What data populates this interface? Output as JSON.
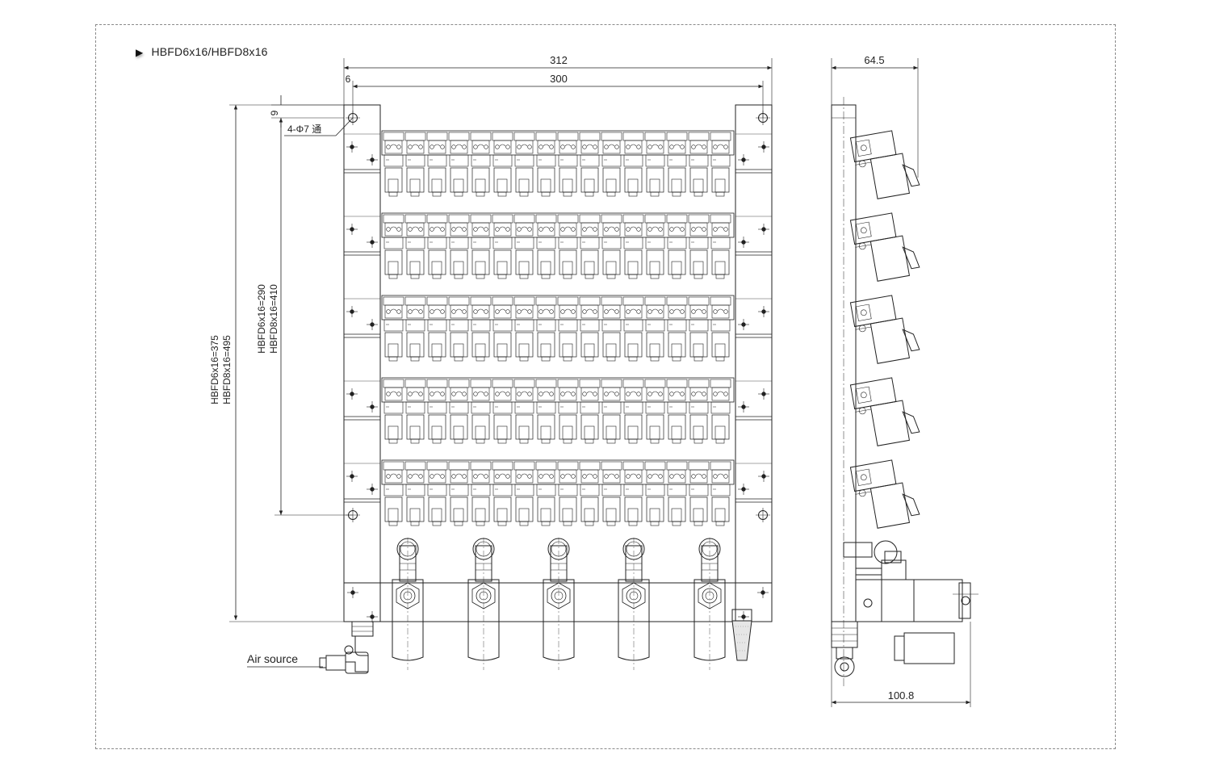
{
  "drawing": {
    "model_title": "HBFD6x16/HBFD8x16",
    "title_marker_icon": "triangle-right-icon",
    "front_view": {
      "dim_total_width": "312",
      "dim_hole_spacing": "300",
      "dim_edge_offset": "6",
      "dim_top_offset": "9",
      "hole_note": "4-Φ7 通",
      "dim_overall_height": [
        "HBFD6x16=375",
        "HBFD8x16=495"
      ],
      "dim_hole_height": [
        "HBFD6x16=290",
        "HBFD8x16=410"
      ],
      "valve_rows": 5,
      "valves_per_row": 16,
      "regulators": 5,
      "inlet_label": "Air source"
    },
    "side_view": {
      "dim_top_width": "64.5",
      "dim_bottom_width": "100.8"
    },
    "colors": {
      "line": "#222222",
      "frame": "#8a8a8a",
      "background": "#ffffff"
    }
  }
}
